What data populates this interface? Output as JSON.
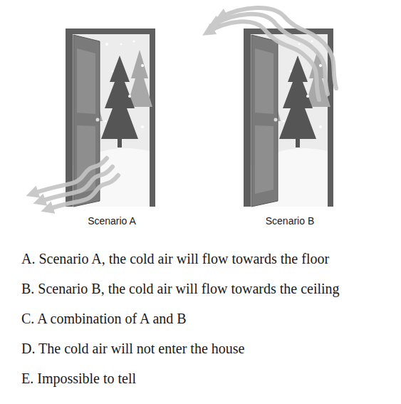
{
  "diagram": {
    "labels": [
      "Scenario A",
      "Scenario B",
      "A. Scenario A, the cold air will flow towards the floor",
      "B. Scenario B, the cold air will flow towards the ceiling",
      "C. A combination of A and B",
      "D. The cold air will not enter the house",
      "E. Impossible to tell"
    ]
  }
}
